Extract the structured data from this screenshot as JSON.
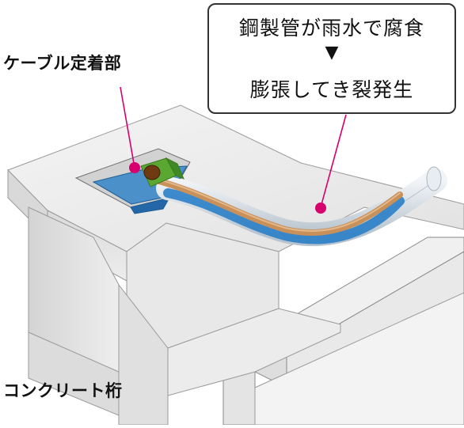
{
  "labels": {
    "cable_anchor": "ケーブル定着部",
    "concrete_girder": "コンクリート桁"
  },
  "callout": {
    "line1": "鋼製管が雨水で腐食",
    "arrow": "▼",
    "line2": "膨張してき裂発生"
  },
  "colors": {
    "concrete": "#e6e6e6",
    "concrete_edge": "#888888",
    "water": "#2a7fc8",
    "cable": "#c9905a",
    "steel_pipe": "#d0dbe6",
    "leader": "#d6006f",
    "anchor_green": "#5aa832"
  }
}
